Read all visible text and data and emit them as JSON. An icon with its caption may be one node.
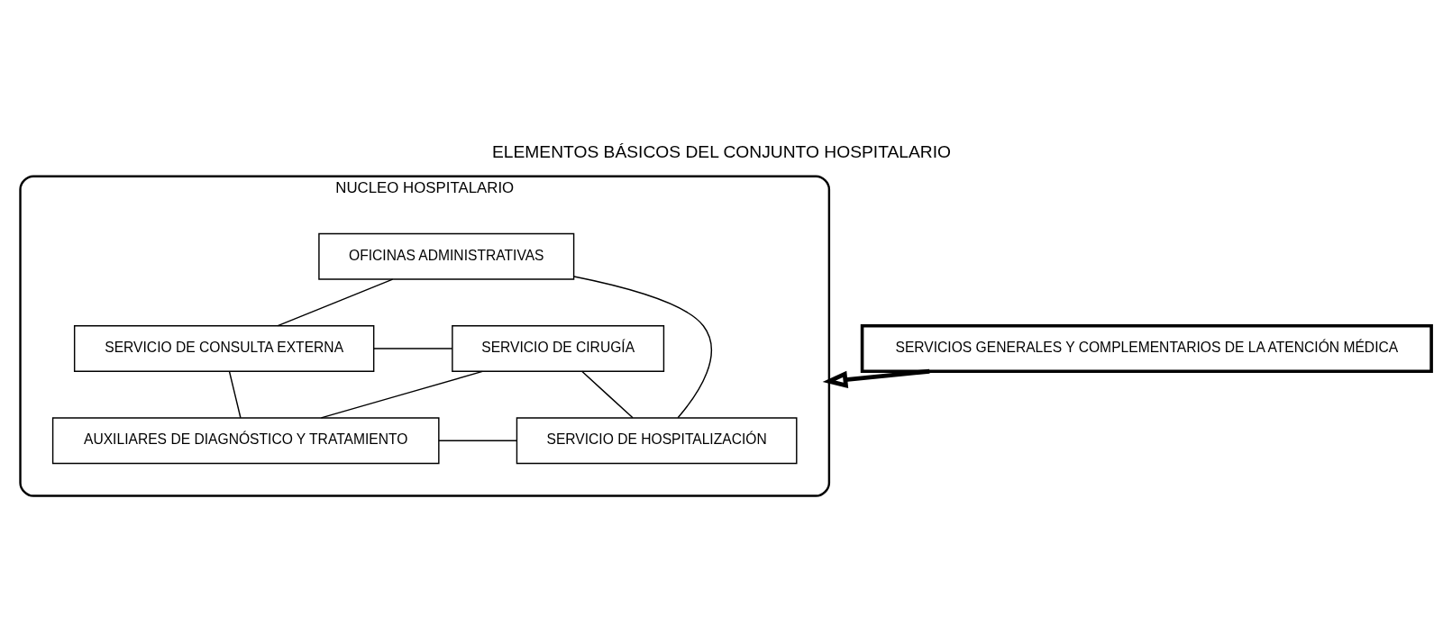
{
  "diagram": {
    "title": "ELEMENTOS BÁSICOS DEL CONJUNTO HOSPITALARIO",
    "nodes": [
      {
        "text": [
          "NUCLEO HOSPITALARIO"
        ]
      },
      {
        "text": [
          "OFICINAS ADMINISTRATIVAS"
        ],
        "in": 0
      },
      {
        "text": [
          "SERVICIO DE CONSULTA EXTERNA"
        ],
        "in": 0
      },
      {
        "text": [
          "SERVICIO DE CIRUGÍA"
        ],
        "in": 0
      },
      {
        "text": [
          "AUXILIARES DE DIAGNÓSTICO Y TRATAMIENTO"
        ],
        "in": 0
      },
      {
        "text": [
          "SERVICIO DE HOSPITALIZACIÓN"
        ],
        "in": 0
      },
      {
        "text": [
          "SERVICIOS GENERALES Y COMPLEMENTARIOS DE LA ATENCIÓN MÉDICA"
        ]
      }
    ],
    "edges": [
      {
        "from": 1,
        "to": 2,
        "arrow": "none"
      },
      {
        "from": 1,
        "to": 5,
        "arrow": "none"
      },
      {
        "from": 2,
        "to": 3,
        "arrow": "none"
      },
      {
        "from": 2,
        "to": 4,
        "arrow": "none"
      },
      {
        "from": 4,
        "to": 3,
        "arrow": "none"
      },
      {
        "from": 3,
        "to": 5,
        "arrow": "none"
      },
      {
        "from": 4,
        "to": 5,
        "arrow": "none"
      },
      {
        "from": 6,
        "to": 0,
        "arrow": "to",
        "style": "thick"
      }
    ]
  }
}
